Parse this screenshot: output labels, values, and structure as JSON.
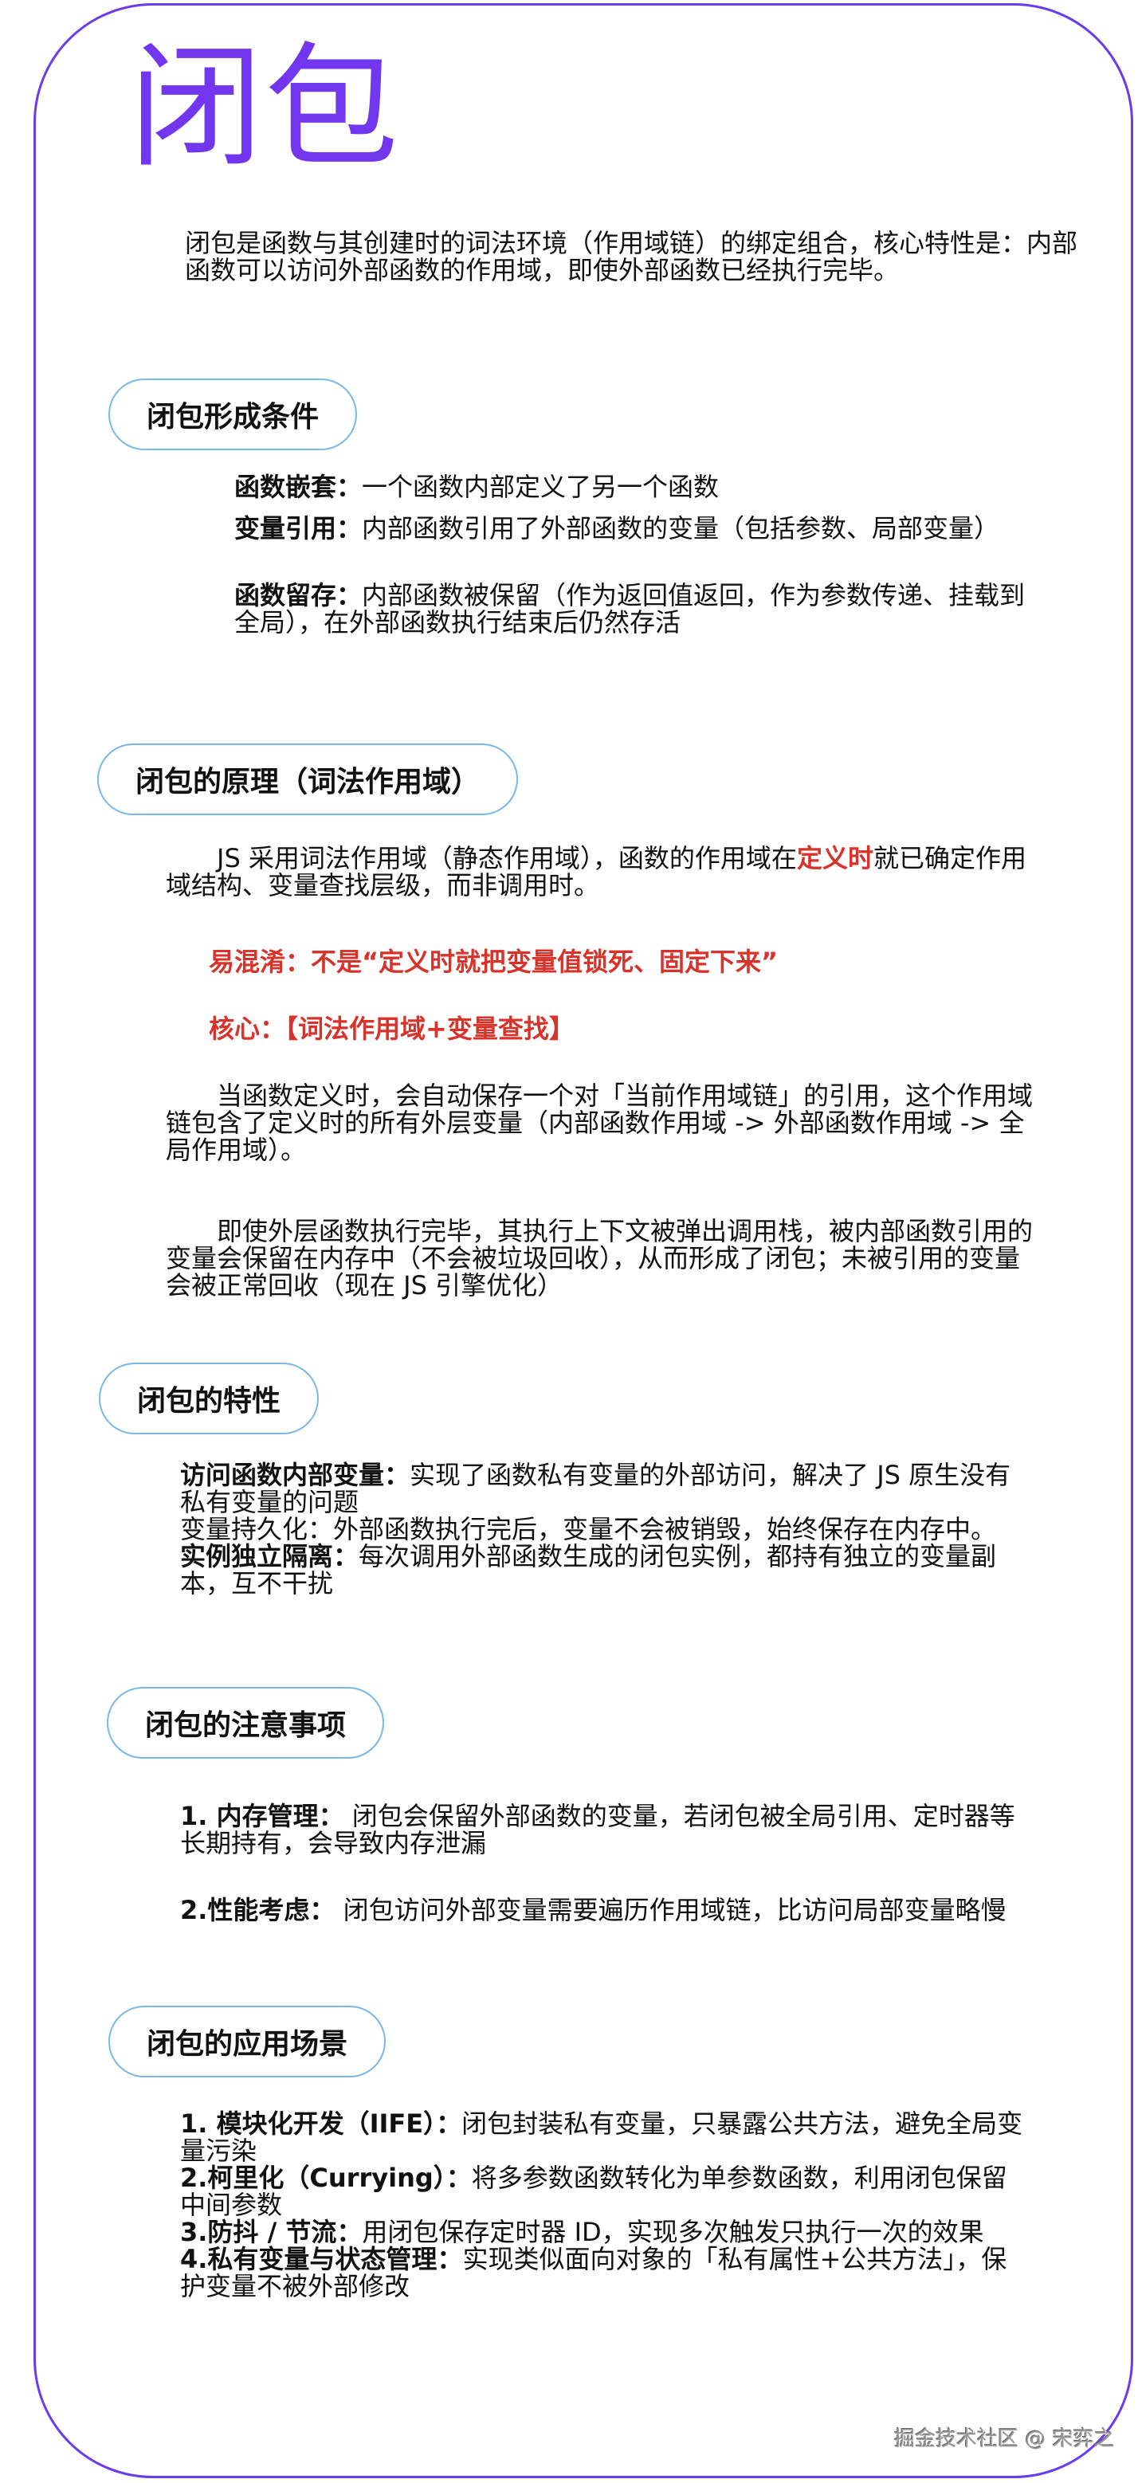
{
  "title": "闭包",
  "intro": "闭包是函数与其创建时的词法环境（作用域链）的绑定组合，核心特性是：内部函数可以访问外部函数的作用域，即使外部函数已经执行完毕。",
  "sections": [
    {
      "heading": "闭包形成条件",
      "items": [
        {
          "label": "函数嵌套：",
          "text": "一个函数内部定义了另一个函数"
        },
        {
          "label": "变量引用：",
          "text": "内部函数引用了外部函数的变量（包括参数、局部变量）"
        },
        {
          "label": "函数留存：",
          "text": "内部函数被保留（作为返回值返回，作为参数传递、挂载到全局），在外部函数执行结束后仍然存活"
        }
      ]
    },
    {
      "heading": "闭包的原理（词法作用域）",
      "para1_before": "JS 采用词法作用域（静态作用域），函数的作用域在",
      "para1_highlight": "定义时",
      "para1_after": "就已确定作用域结构、变量查找层级，而非调用时。",
      "confusion": "易混淆：不是“定义时就把变量值锁死、固定下来”",
      "core": "核心：【词法作用域+变量查找】",
      "para2": "当函数定义时，会自动保存一个对「当前作用域链」的引用，这个作用域链包含了定义时的所有外层变量（内部函数作用域 -> 外部函数作用域 -> 全局作用域）。",
      "para3": "即使外层函数执行完毕，其执行上下文被弹出调用栈，被内部函数引用的变量会保留在内存中（不会被垃圾回收），从而形成了闭包；未被引用的变量会被正常回收（现在 JS 引擎优化）"
    },
    {
      "heading": "闭包的特性",
      "items": [
        {
          "label": "访问函数内部变量：",
          "text": "实现了函数私有变量的外部访问，解决了 JS 原生没有私有变量的问题",
          "bold": true
        },
        {
          "label": "变量持久化：",
          "text": "外部函数执行完后，变量不会被销毁，始终保存在内存中。",
          "bold": false
        },
        {
          "label": "实例独立隔离：",
          "text": "每次调用外部函数生成的闭包实例，都持有独立的变量副本，互不干扰",
          "bold": true
        }
      ]
    },
    {
      "heading": "闭包的注意事项",
      "items": [
        {
          "label": "1. 内存管理：",
          "text": " 闭包会保留外部函数的变量，若闭包被全局引用、定时器等长期持有，会导致内存泄漏"
        },
        {
          "label": "2.性能考虑：",
          "text": " 闭包访问外部变量需要遍历作用域链，比访问局部变量略慢"
        }
      ]
    },
    {
      "heading": "闭包的应用场景",
      "items": [
        {
          "label": "1. 模块化开发（IIFE）：",
          "text": "闭包封装私有变量，只暴露公共方法，避免全局变量污染"
        },
        {
          "label": "2.柯里化（Currying）：",
          "text": "将多参数函数转化为单参数函数，利用闭包保留中间参数"
        },
        {
          "label": "3.防抖 / 节流：",
          "text": "用闭包保存定时器 ID，实现多次触发只执行一次的效果"
        },
        {
          "label": "4.私有变量与状态管理：",
          "text": "实现类似面向对象的「私有属性+公共方法」，保护变量不被外部修改"
        }
      ]
    }
  ],
  "watermark": "掘金技术社区 @ 宋弈之",
  "colors": {
    "frame": "#6a3cf0",
    "title": "#7236ee",
    "pill_border": "#7ab8e8",
    "highlight_red": "#d8332a",
    "text": "#111111"
  }
}
